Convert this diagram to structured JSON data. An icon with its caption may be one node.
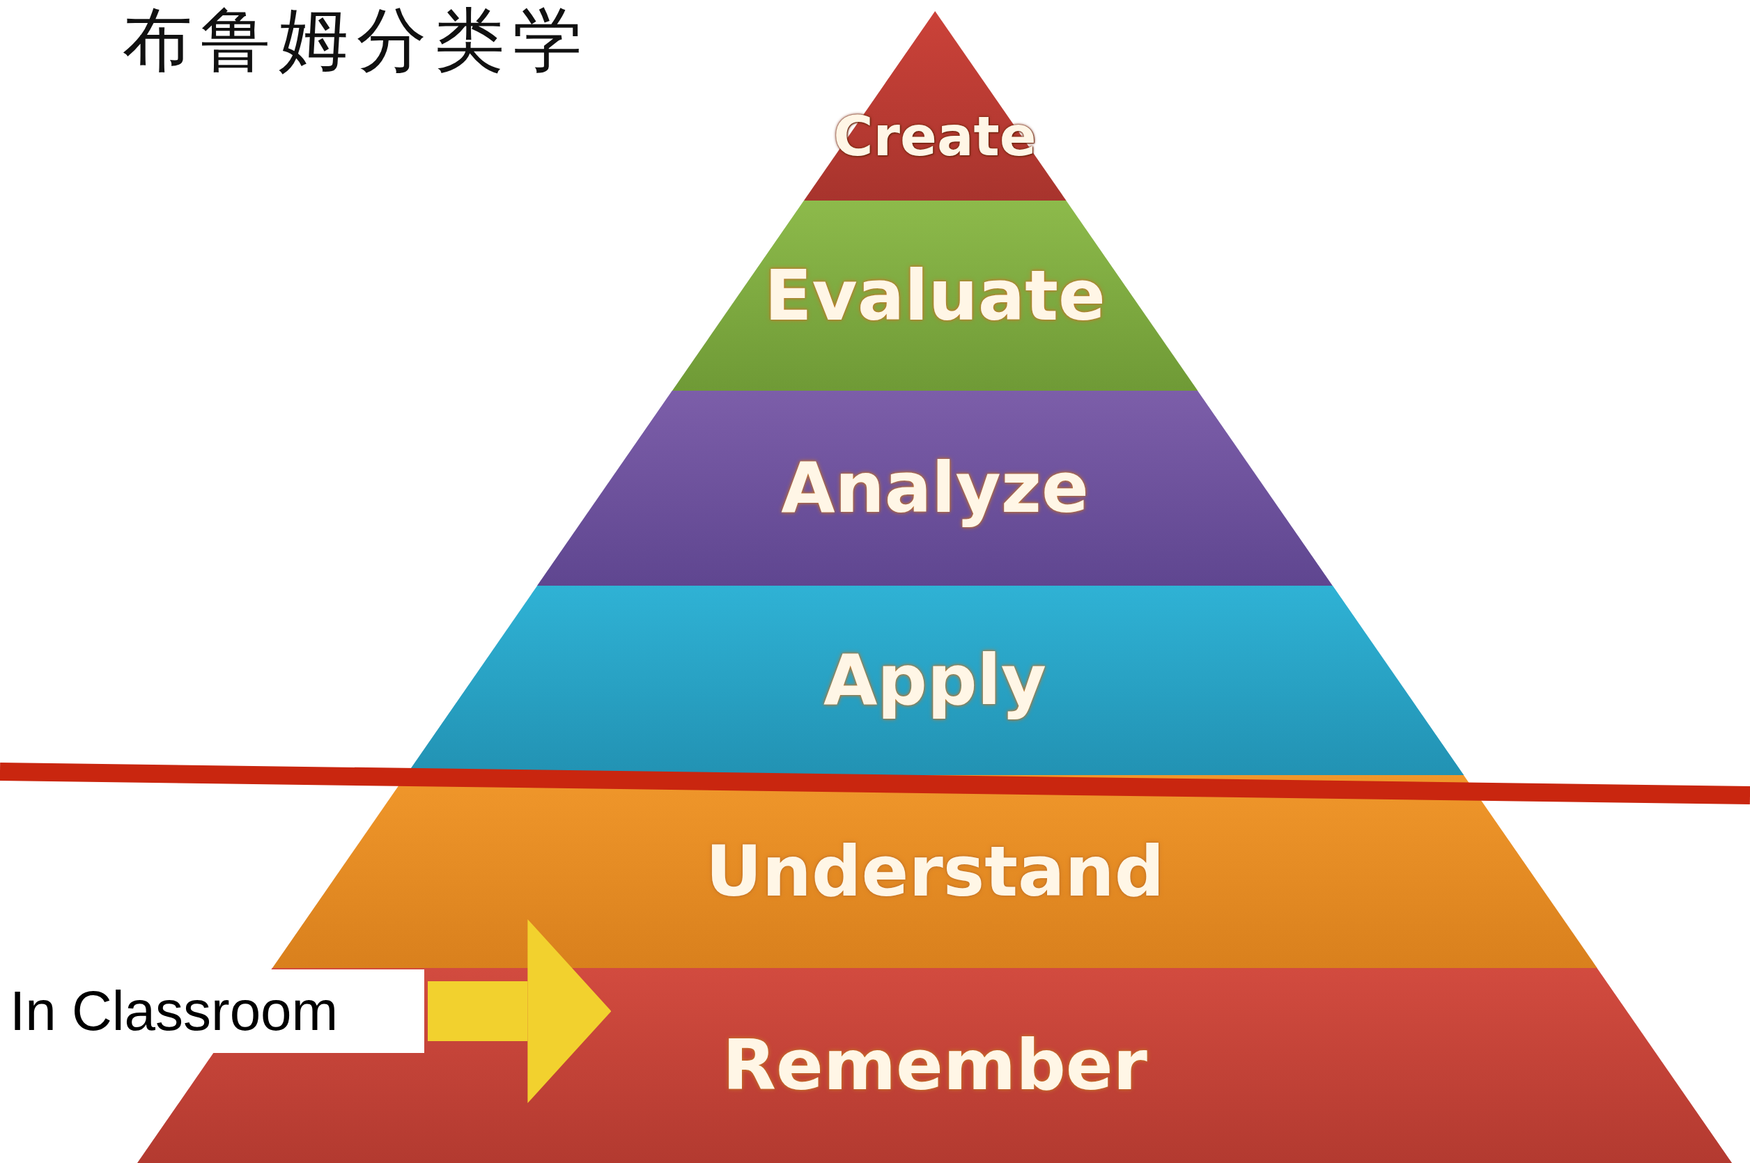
{
  "diagram": {
    "title": "布鲁姆分类学",
    "nodes": [
      {
        "text": [
          "Create"
        ]
      },
      {
        "text": [
          "Evaluate"
        ]
      },
      {
        "text": [
          "Analyze"
        ]
      },
      {
        "text": [
          "Apply"
        ]
      },
      {
        "text": [
          "Understand"
        ]
      },
      {
        "text": [
          "Remember"
        ]
      },
      {
        "text": [
          "In Classroom"
        ]
      }
    ],
    "edges": [
      {
        "from": 6,
        "to": 5,
        "arrow": "to",
        "color": "#f2d12e"
      }
    ]
  }
}
